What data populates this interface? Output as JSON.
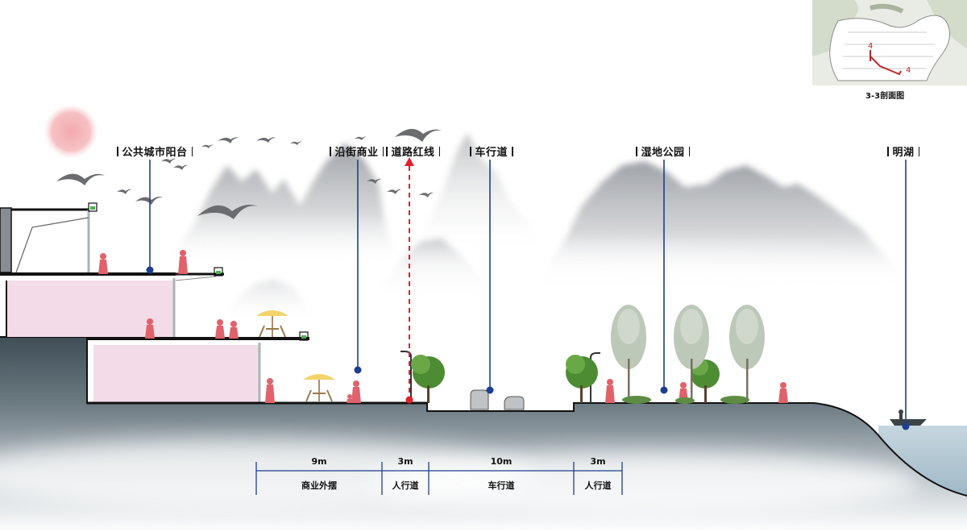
{
  "labels": {
    "public_terrace": "公共城市阳台",
    "street_shops": "沿街商业",
    "road_red_line": "道路红线",
    "driveway": "车行道",
    "wetland_park": "湿地公园",
    "ming_lake": "明湖"
  },
  "dimensions": [
    {
      "width": "9m",
      "name": "商业外摆"
    },
    {
      "width": "3m",
      "name": "人行道"
    },
    {
      "width": "10m",
      "name": "车行道"
    },
    {
      "width": "3m",
      "name": "人行道"
    }
  ],
  "key_map": {
    "title": "3-3剖面图",
    "marker_a": "4",
    "marker_b": "4"
  },
  "colors": {
    "leader_line": "#1e3f8f",
    "red_line": "#e0202a",
    "figure": "#e0626a",
    "building_fill": "#f3dce8",
    "ground": "#5b6a72",
    "water": "#b5cad6"
  }
}
